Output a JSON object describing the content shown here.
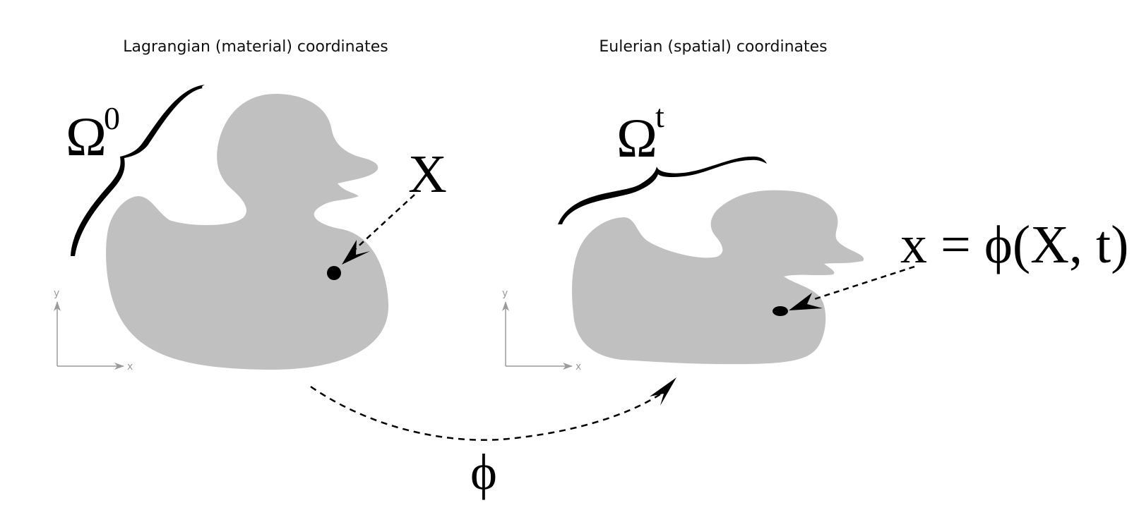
{
  "titles": {
    "left": "Lagrangian (material) coordinates",
    "right": "Eulerian (spatial) coordinates"
  },
  "symbols": {
    "omega": "Ω",
    "omega_left_sup": "0",
    "omega_right_sup": "t",
    "material_point": "X",
    "mapping_equation": "x = ϕ(X, t)",
    "mapping_symbol": "ϕ"
  },
  "axes": {
    "x_label": "x",
    "y_label": "y"
  },
  "colors": {
    "body_fill": "#c0c0c0",
    "axis_color": "#9a9a9a",
    "ink": "#000000"
  }
}
